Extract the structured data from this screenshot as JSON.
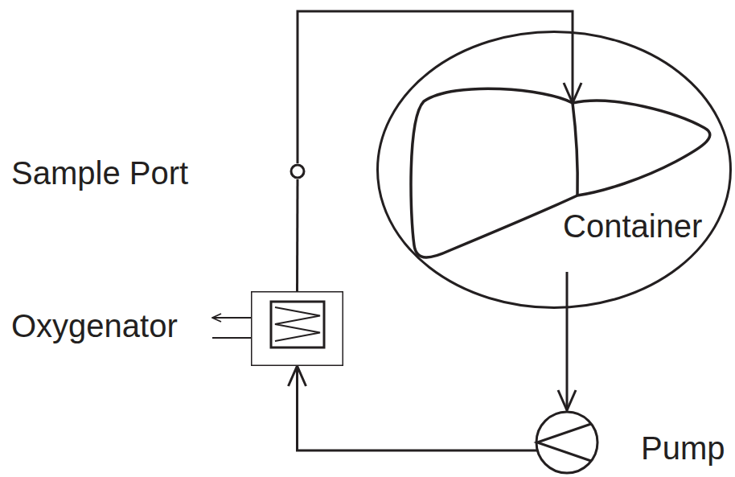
{
  "diagram": {
    "nodes": [
      {
        "text": [
          "Container"
        ]
      },
      {
        "text": [
          "Sample Port"
        ]
      },
      {
        "text": [
          "Oxygenator"
        ]
      },
      {
        "text": [
          "Pump"
        ]
      }
    ],
    "edges": [
      {
        "from": 0,
        "to": 3,
        "arrow": "to"
      },
      {
        "from": 3,
        "to": 2,
        "arrow": "to"
      },
      {
        "from": 2,
        "to": 1,
        "arrow": "none"
      },
      {
        "from": 1,
        "to": 0,
        "arrow": "to"
      }
    ]
  }
}
